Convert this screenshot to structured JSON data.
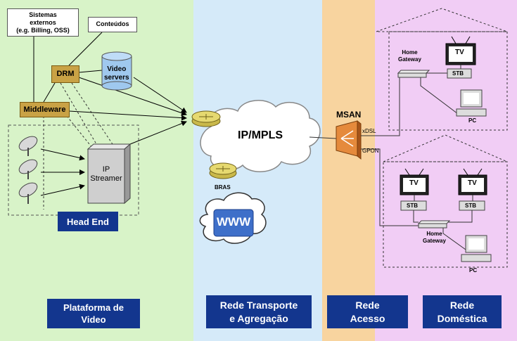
{
  "zones": {
    "platform": "Plataforma de\nVideo",
    "transport": "Rede Transporte\ne  Agregação",
    "access": "Rede\nAcesso",
    "home": "Rede\nDoméstica"
  },
  "headend": {
    "external_systems": "Sistemas\nexternos\n(e.g. Billing, OSS)",
    "contents": "Conteúdos",
    "drm": "DRM",
    "video_servers": "Video\nservers",
    "middleware": "Middleware",
    "ip_streamer": "IP\nStreamer",
    "head_end": "Head End"
  },
  "network": {
    "ip_mpls": "IP/MPLS",
    "bras": "BRAS",
    "www": "WWW",
    "msan": "MSAN",
    "xdsl": "xDSL",
    "gpon": "GPON"
  },
  "home1": {
    "gateway": "Home\nGateway",
    "tv": "TV",
    "stb": "STB",
    "pc": "PC"
  },
  "home2": {
    "gateway": "Home\nGateway",
    "tv1": "TV",
    "tv2": "TV",
    "stb1": "STB",
    "stb2": "STB",
    "pc": "PC"
  },
  "colors": {
    "platform_bg": "#d8f3c8",
    "transport_bg": "#d5eaf9",
    "access_bg": "#f8d49f",
    "home_bg": "#f1cdf5",
    "label_bg": "#13368e",
    "drm_bg": "#c9a245"
  }
}
